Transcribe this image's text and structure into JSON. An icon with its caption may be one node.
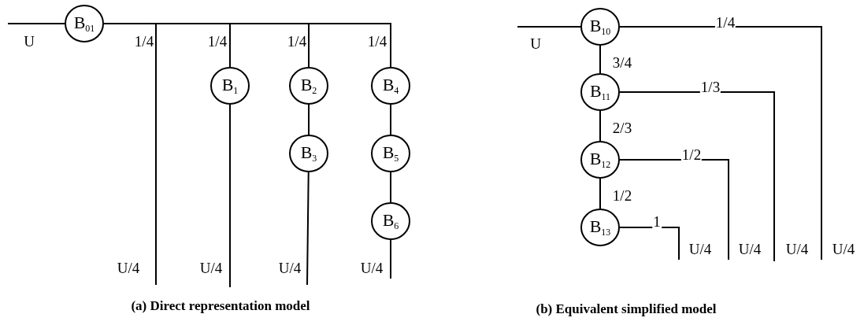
{
  "diagram": {
    "nodes": [
      {
        "text": [
          "B$_{01}$"
        ]
      },
      {
        "text": [
          "B$_{1}$"
        ]
      },
      {
        "text": [
          "B$_{2}$"
        ]
      },
      {
        "text": [
          "B$_{3}$"
        ]
      },
      {
        "text": [
          "B$_{4}$"
        ]
      },
      {
        "text": [
          "B$_{5}$"
        ]
      },
      {
        "text": [
          "B$_{6}$"
        ]
      },
      {
        "text": [
          "B$_{10}$"
        ]
      },
      {
        "text": [
          "B$_{11}$"
        ]
      },
      {
        "text": [
          "B$_{12}$"
        ]
      },
      {
        "text": [
          "B$_{13}$"
        ]
      }
    ],
    "edges": [
      {
        "from": null,
        "to": 0,
        "arrow": "none",
        "label": "U"
      },
      {
        "from": 0,
        "to": null,
        "arrow": "none",
        "label": "1/4"
      },
      {
        "from": 0,
        "to": 1,
        "arrow": "none",
        "label": "1/4"
      },
      {
        "from": 0,
        "to": 2,
        "arrow": "none",
        "label": "1/4"
      },
      {
        "from": 0,
        "to": 4,
        "arrow": "none",
        "label": "1/4"
      },
      {
        "from": 1,
        "to": null,
        "arrow": "none"
      },
      {
        "from": 2,
        "to": 3,
        "arrow": "none"
      },
      {
        "from": 3,
        "to": null,
        "arrow": "none"
      },
      {
        "from": 4,
        "to": 5,
        "arrow": "none"
      },
      {
        "from": 5,
        "to": 6,
        "arrow": "none"
      },
      {
        "from": 6,
        "to": null,
        "arrow": "none"
      },
      {
        "from": null,
        "to": 7,
        "arrow": "none",
        "label": "U"
      },
      {
        "from": 7,
        "to": null,
        "arrow": "none",
        "label": "1/4"
      },
      {
        "from": 7,
        "to": 8,
        "arrow": "none",
        "label": "3/4"
      },
      {
        "from": 8,
        "to": null,
        "arrow": "none",
        "label": "1/3"
      },
      {
        "from": 8,
        "to": 9,
        "arrow": "none",
        "label": "2/3"
      },
      {
        "from": 9,
        "to": null,
        "arrow": "none",
        "label": "1/2"
      },
      {
        "from": 9,
        "to": 10,
        "arrow": "none",
        "label": "1/2"
      },
      {
        "from": 10,
        "to": null,
        "arrow": "none",
        "label": "1"
      }
    ],
    "labels": [
      "U/4",
      "U/4",
      "U/4",
      "U/4",
      "U/4",
      "U/4",
      "U/4",
      "U/4",
      "(a) Direct representation model",
      "(b) Equivalent simplified model"
    ]
  }
}
